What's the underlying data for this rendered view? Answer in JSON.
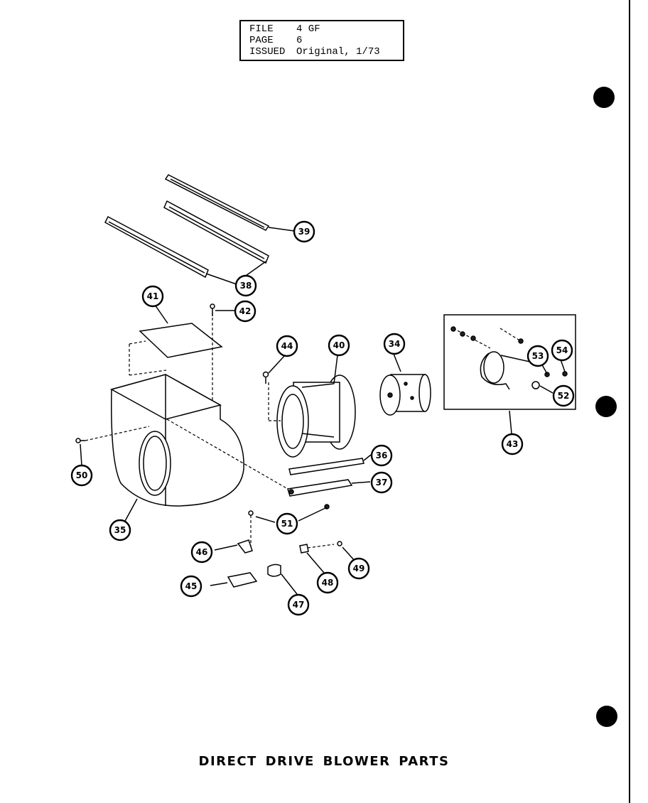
{
  "header": {
    "file_label": "FILE",
    "file_value": "4 GF",
    "page_label": "PAGE",
    "page_value": "6",
    "issued_label": "ISSUED",
    "issued_value": "Original, 1/73"
  },
  "caption": "DIRECT DRIVE BLOWER PARTS",
  "callouts": [
    "34",
    "35",
    "36",
    "37",
    "38",
    "39",
    "40",
    "41",
    "42",
    "43",
    "44",
    "45",
    "46",
    "47",
    "48",
    "49",
    "50",
    "51",
    "52",
    "53",
    "54"
  ],
  "colors": {
    "ink": "#000000",
    "paper": "#ffffff"
  }
}
